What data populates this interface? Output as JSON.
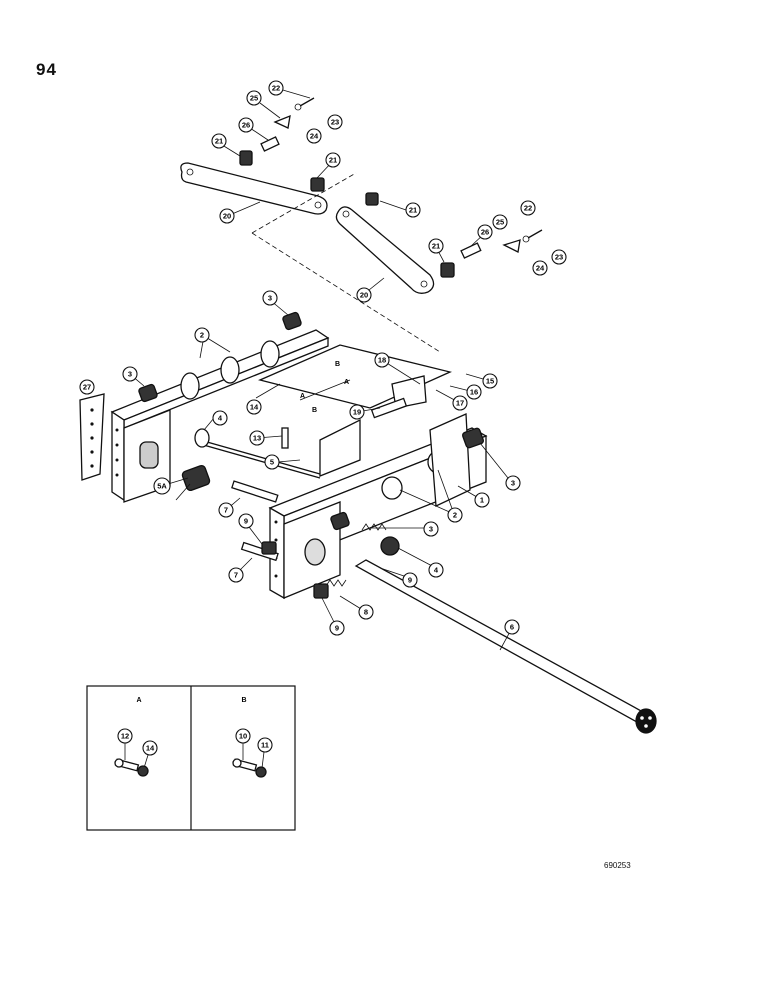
{
  "page": {
    "number": "94",
    "drawing_id": "690253"
  },
  "callouts": {
    "c1": "1",
    "c2a": "2",
    "c2b": "2",
    "c3a": "3",
    "c3b": "3",
    "c3c": "3",
    "c3d": "3",
    "c4a": "4",
    "c4b": "4",
    "c5": "5",
    "c5a": "5A",
    "c6": "6",
    "c7a": "7",
    "c7b": "7",
    "c8": "8",
    "c9a": "9",
    "c9b": "9",
    "c9c": "9",
    "c13": "13",
    "c14": "14",
    "c15": "15",
    "c16": "16",
    "c17": "17",
    "c18": "18",
    "c19": "19",
    "c20a": "20",
    "c20b": "20",
    "c21a": "21",
    "c21b": "21",
    "c21c": "21",
    "c21d": "21",
    "c22a": "22",
    "c22b": "22",
    "c23a": "23",
    "c23b": "23",
    "c24a": "24",
    "c24b": "24",
    "c25a": "25",
    "c25b": "25",
    "c26a": "26",
    "c26b": "26",
    "c27": "27"
  },
  "frame_letters": {
    "a1": "A",
    "a2": "A",
    "b1": "B",
    "b2": "B"
  },
  "inset": {
    "panel_a": {
      "title": "A",
      "callout_1": "12",
      "callout_2": "14"
    },
    "panel_b": {
      "title": "B",
      "callout_1": "10",
      "callout_2": "11"
    }
  }
}
